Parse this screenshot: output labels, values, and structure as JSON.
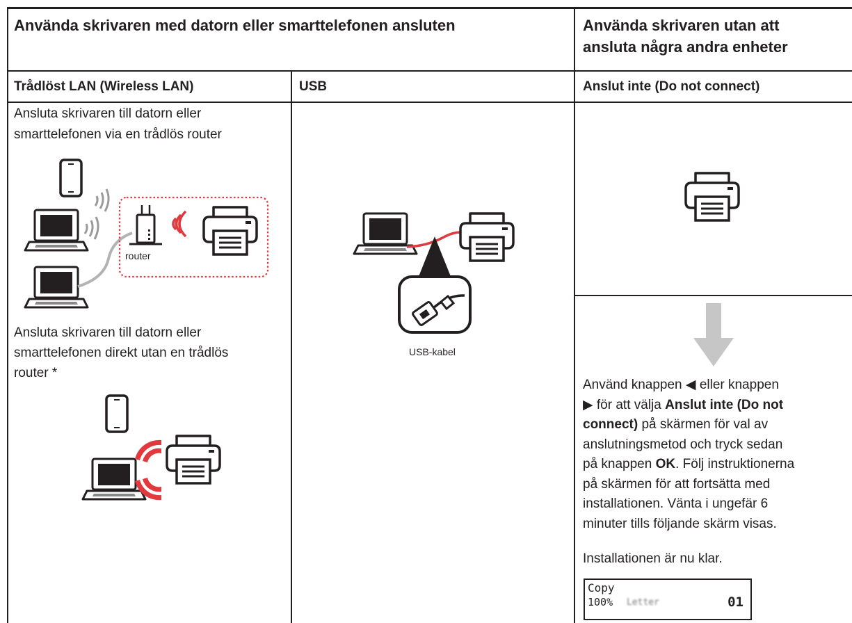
{
  "headers": {
    "connected": "Använda skrivaren med datorn eller smarttelefonen ansluten",
    "standalone_line1": "Använda skrivaren utan att",
    "standalone_line2": "ansluta några andra enheter"
  },
  "columns": {
    "wireless": "Trådlöst LAN (Wireless LAN)",
    "usb": "USB",
    "no_connect": "Anslut inte (Do not connect)"
  },
  "wireless": {
    "router_text_line1": "Ansluta skrivaren till datorn eller",
    "router_text_line2": "smarttelefonen via en trådlös router",
    "router_label": "router",
    "direct_text_line1": "Ansluta skrivaren till datorn eller",
    "direct_text_line2": "smarttelefonen direkt utan en trådlös",
    "direct_text_line3": "router *"
  },
  "usb": {
    "cable_label": "USB-kabel"
  },
  "no_connect": {
    "instr": {
      "l1a": "Använd knappen",
      "l1b": "eller knappen",
      "l2a": "för att välja",
      "l2b": "Anslut inte (Do not",
      "l3a": "connect)",
      "l3b": "på skärmen för val av",
      "l4": "anslutningsmetod och tryck sedan",
      "l5a": "på knappen",
      "l5b": "OK",
      "l5c": ". Följ instruktionerna",
      "l6": "på skärmen för att fortsätta med",
      "l7": "installationen. Vänta i ungefär 6",
      "l8": "minuter tills följande skärm visas."
    },
    "done": "Installationen är nu klar.",
    "lcd": {
      "line1": "Copy",
      "copies_percent": "100%",
      "paper": "Letter",
      "count": "01"
    }
  },
  "colors": {
    "line": "#231f20",
    "accent_red": "#e0393e",
    "arrow_gray": "#c6c6c6",
    "router_outline": "#e0393e"
  }
}
